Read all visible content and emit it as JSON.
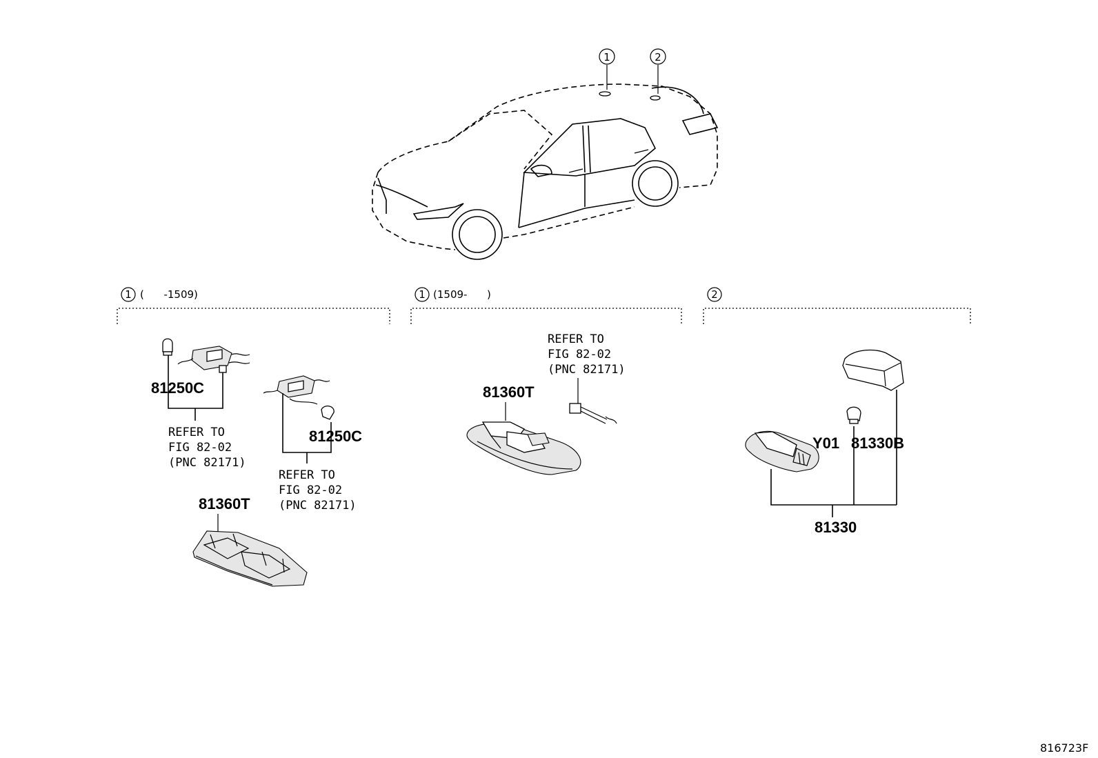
{
  "car": {
    "callouts": [
      {
        "num": "1"
      },
      {
        "num": "2"
      }
    ]
  },
  "sections": [
    {
      "num": "1",
      "range": "(      -1509)"
    },
    {
      "num": "1",
      "range": "(1509-      )"
    },
    {
      "num": "2",
      "range": ""
    }
  ],
  "section1": {
    "bulb_a": "81250C",
    "bulb_b": "81250C",
    "lens": "81360T",
    "ref_a": [
      "REFER TO",
      "FIG 82-02",
      "(PNC 82171)"
    ],
    "ref_b": [
      "REFER TO",
      "FIG 82-02",
      "(PNC 82171)"
    ]
  },
  "section2": {
    "lens": "81360T",
    "ref": [
      "REFER TO",
      "FIG 82-02",
      "(PNC 82171)"
    ]
  },
  "section3": {
    "y01": "Y01",
    "bulb": "81330B",
    "assembly": "81330"
  },
  "figure_id": "816723F"
}
